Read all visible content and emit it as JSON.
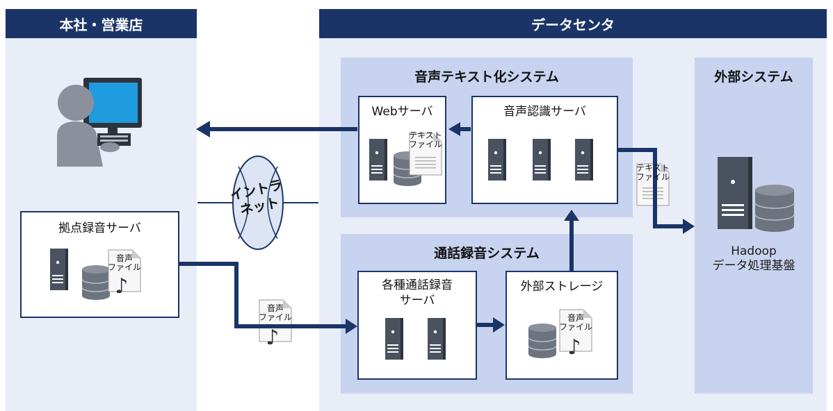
{
  "headers": {
    "hq": "本社・営業店",
    "datacenter": "データセンタ"
  },
  "sections": {
    "voice_text": "音声テキスト化システム",
    "call_recording": "通話録音システム",
    "external": "外部システム"
  },
  "boxes": {
    "web_server": "Webサーバ",
    "voice_recognition": "音声認識サーバ",
    "branch_recording_server": "拠点録音サーバ",
    "call_recording_servers_line1": "各種通話録音",
    "call_recording_servers_line2": "サーバ",
    "external_storage": "外部ストレージ"
  },
  "docs": {
    "text_file_line1": "テキスト",
    "text_file_line2": "ファイル",
    "audio_file_line1": "音声",
    "audio_file_line2": "ファイル"
  },
  "intranet": {
    "line1": "イントラ",
    "line2": "ネット"
  },
  "hadoop": {
    "line1": "Hadoop",
    "line2": "データ処理基盤"
  },
  "colors": {
    "navy": "#1b3468",
    "panel_light": "#e8edf8",
    "panel_mid": "#c8d3ef",
    "server_gray": "#4a5260"
  },
  "icons": [
    "user-at-computer-icon",
    "server-icon",
    "database-icon",
    "document-icon",
    "music-note-icon",
    "arrow-icon"
  ]
}
